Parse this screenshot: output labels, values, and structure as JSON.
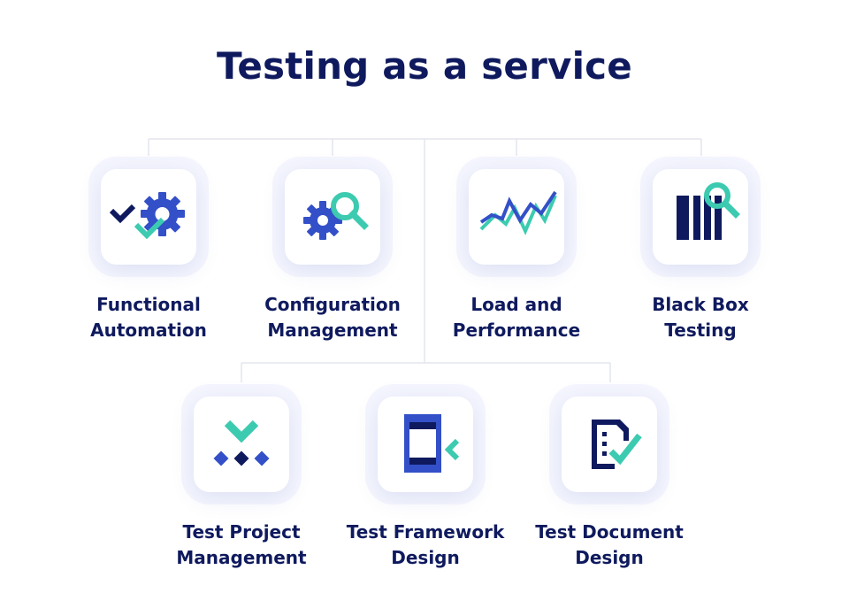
{
  "title": "Testing as a service",
  "colors": {
    "navy": "#0f1a5e",
    "blue": "#3350c8",
    "teal": "#3ccbb0",
    "line": "#e3e5ee"
  },
  "services": [
    {
      "line1": "Functional",
      "line2": "Automation",
      "icon": "gear-check-icon"
    },
    {
      "line1": "Configuration",
      "line2": "Management",
      "icon": "gear-magnifier-icon"
    },
    {
      "line1": "Load and",
      "line2": "Performance",
      "icon": "line-graph-icon"
    },
    {
      "line1": "Black Box",
      "line2": "Testing",
      "icon": "box-magnifier-icon"
    },
    {
      "line1": "Test Project",
      "line2": "Management",
      "icon": "diamonds-check-icon"
    },
    {
      "line1": "Test Framework",
      "line2": "Design",
      "icon": "frame-chevron-icon"
    },
    {
      "line1": "Test Document",
      "line2": "Design",
      "icon": "document-check-icon"
    }
  ]
}
